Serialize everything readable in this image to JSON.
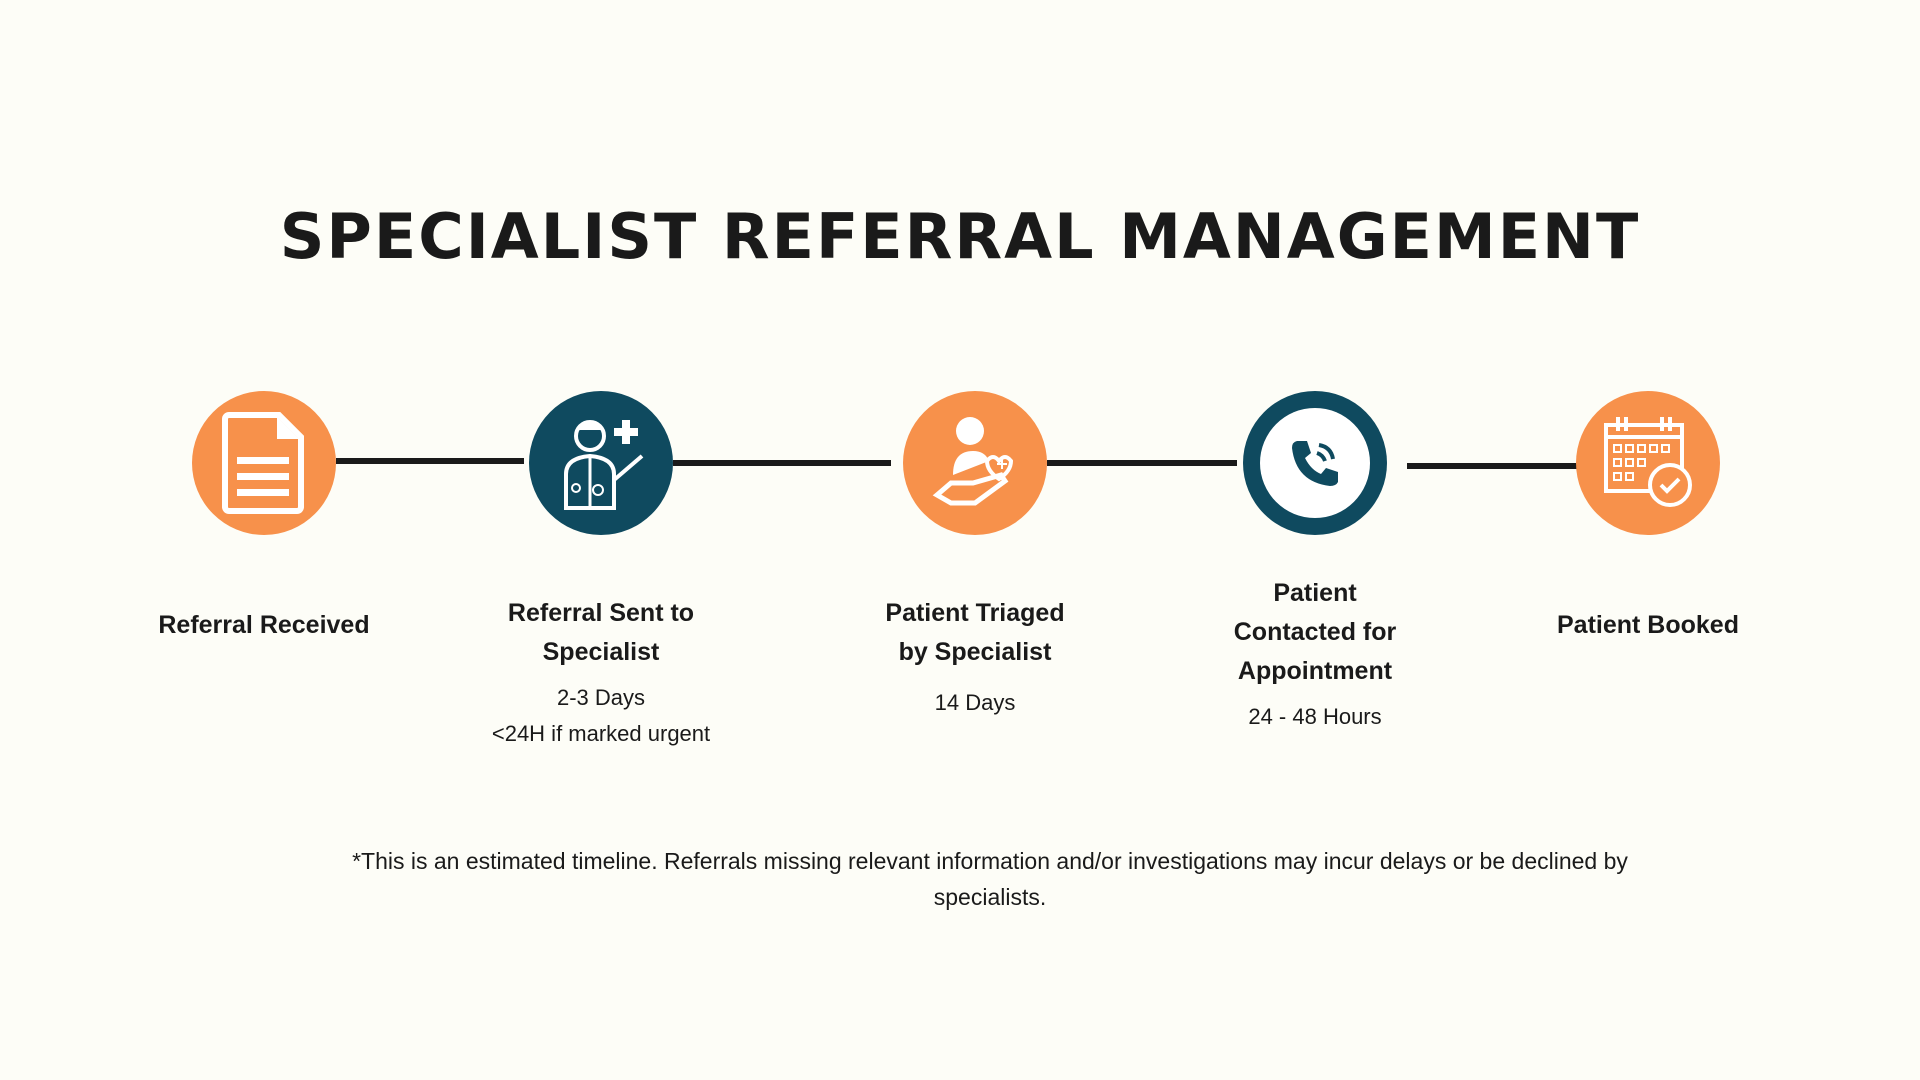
{
  "title": "SPECIALIST REFERRAL MANAGEMENT",
  "colors": {
    "orange": "#f7914b",
    "navy": "#0f4a5f",
    "background": "#fdfdf7"
  },
  "steps": [
    {
      "label": "Referral Received",
      "icon": "document-icon"
    },
    {
      "label1": "Referral Sent to",
      "label2": "Specialist",
      "sub1": "2-3 Days",
      "sub2": "<24H if marked urgent",
      "icon": "doctor-icon"
    },
    {
      "label1": "Patient Triaged",
      "label2": "by Specialist",
      "sub1": "14 Days",
      "icon": "patient-care-icon"
    },
    {
      "label1": "Patient",
      "label2": "Contacted for",
      "label3": "Appointment",
      "sub1": "24 - 48 Hours",
      "icon": "phone-icon"
    },
    {
      "label": "Patient Booked",
      "icon": "calendar-check-icon"
    }
  ],
  "footnote": "*This is an estimated timeline. Referrals missing relevant information and/or investigations may incur delays or be declined by specialists."
}
